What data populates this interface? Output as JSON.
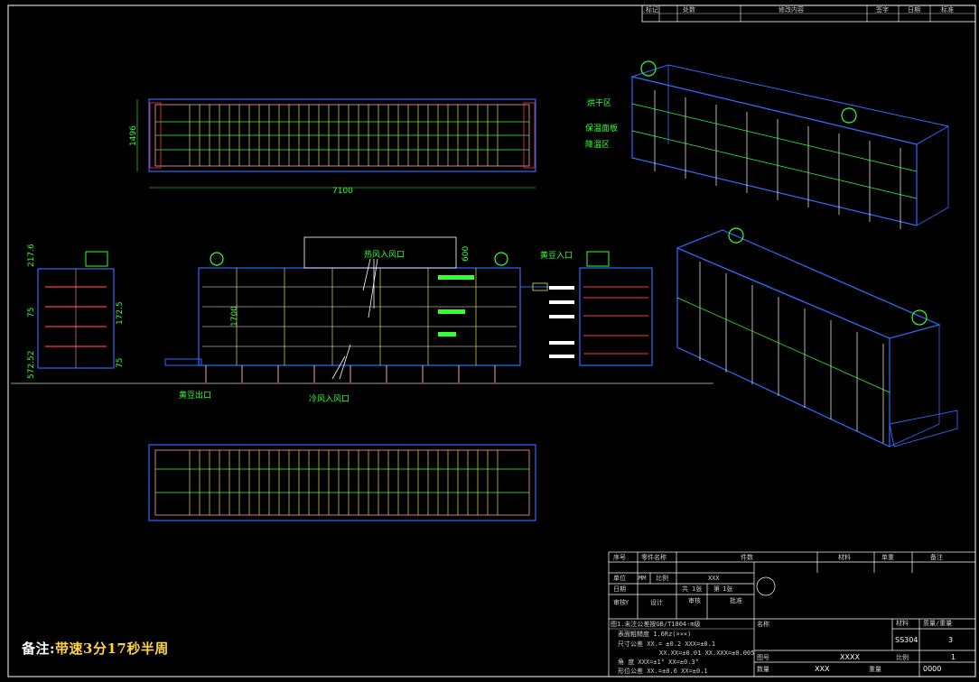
{
  "colors": {
    "background": "#000000",
    "frame": "#ffffff",
    "blue": "#2f6bff",
    "pink": "#ff9aa8",
    "green": "#33ff33",
    "yellow": "#e8e04a",
    "red": "#ff3355",
    "note_highlight": "#ffd23f"
  },
  "revision_table": {
    "headers": [
      "标记",
      "处数",
      "修改内容",
      "签字",
      "日期",
      "标准"
    ]
  },
  "dimensions": {
    "top_height": "1496",
    "top_length": "7100",
    "front_height": "1700",
    "front_hood": "600",
    "side_217": "217.6",
    "side_75a": "75",
    "side_172": "172.5",
    "side_75b": "75",
    "side_572": "572.52"
  },
  "labels": {
    "drying_zone": "烘干区",
    "insulation_panel": "保温面板",
    "cooling_zone": "降温区",
    "hot_air_inlet": "热风入风口",
    "bean_inlet": "黄豆入口",
    "bean_outlet": "黄豆出口",
    "cold_air_inlet": "冷风入风口"
  },
  "title_block": {
    "r1": [
      "序号",
      "零件名称",
      "件数",
      "材料",
      "单重",
      "备注"
    ],
    "r2": [
      "单位",
      "MM",
      "比例",
      "XXX"
    ],
    "r3": [
      "日期",
      "共",
      "1张",
      "第",
      "1张"
    ],
    "r4": [
      "审核",
      "Y",
      "设计",
      "审核",
      "批准"
    ],
    "tolerance_title": "图1.未注公差按GB/T1804-m级",
    "tolerance_lines": [
      "表面粗糙度 1.6Rz(×××)",
      "尺寸公差 XX.= ±0.2    XXX=±0.1",
      "XX.XX=±0.01  XX.XXX=±0.005",
      "角    度 XXX=±1°      XX=±0.3°",
      "形位公差 XX.=±0.6    XX=±0.1"
    ],
    "material_label": "材料",
    "material_value": "SS304",
    "name_label": "名称",
    "drawing_name": "XXXX",
    "drawing_no_label": "图号",
    "drawing_no": "XXX",
    "scale_label": "比例",
    "scale_value": "1",
    "code": "0000",
    "sheet_label": "数量",
    "sheet_value": "3",
    "weight_label": "重量",
    "weight_value": "质量/重量"
  },
  "note": {
    "prefix": "备注:",
    "text": "带速3分17秒半周"
  }
}
